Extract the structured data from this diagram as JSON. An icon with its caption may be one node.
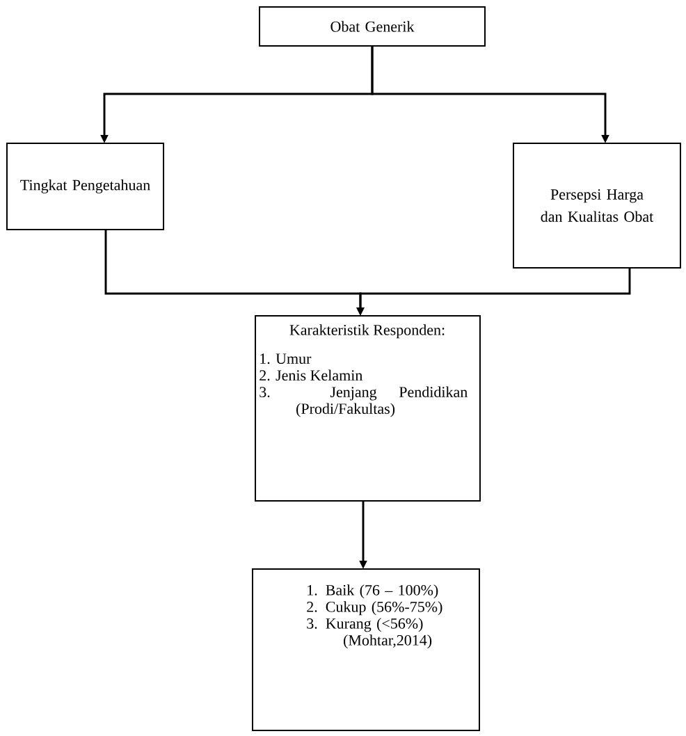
{
  "diagram": {
    "nodes": [
      {
        "text": [
          "Obat Generik"
        ]
      },
      {
        "text": [
          "Tingkat Pengetahuan"
        ]
      },
      {
        "text": [
          "Persepsi Harga dan Kualitas Obat"
        ]
      },
      {
        "text": [
          "Karakteristik Responden:",
          "1. Umur",
          "2. Jenis Kelamin",
          "3. Jenjang Pendidikan (Prodi/Fakultas)"
        ]
      },
      {
        "text": [
          "1. Baik (76 – 100%)",
          "2. Cukup (56%-75%)",
          "3. Kurang (<56%)",
          "(Mohtar,2014)"
        ]
      }
    ],
    "edges": [
      {
        "from": 0,
        "to": 1,
        "arrow": "to"
      },
      {
        "from": 0,
        "to": 2,
        "arrow": "to"
      },
      {
        "from": 1,
        "to": 3,
        "arrow": "to"
      },
      {
        "from": 2,
        "to": 3,
        "arrow": "to"
      },
      {
        "from": 3,
        "to": 4,
        "arrow": "to"
      }
    ]
  }
}
